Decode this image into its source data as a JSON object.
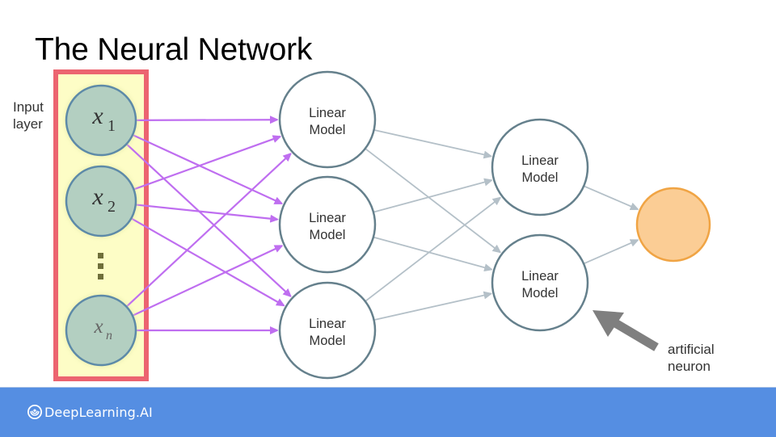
{
  "slide": {
    "title": "The Neural Network",
    "input_layer_label_line1": "Input",
    "input_layer_label_line2": "layer",
    "annotation_line1": "artificial",
    "annotation_line2": "neuron"
  },
  "input_nodes": [
    {
      "var": "x",
      "sub": "1"
    },
    {
      "var": "x",
      "sub": "2"
    },
    {
      "var": "x",
      "sub": "n"
    }
  ],
  "ellipsis": "⋮",
  "hidden_layer_1": [
    {
      "line1": "Linear",
      "line2": "Model"
    },
    {
      "line1": "Linear",
      "line2": "Model"
    },
    {
      "line1": "Linear",
      "line2": "Model"
    }
  ],
  "hidden_layer_2": [
    {
      "line1": "Linear",
      "line2": "Model"
    },
    {
      "line1": "Linear",
      "line2": "Model"
    }
  ],
  "output_node": {
    "label": ""
  },
  "colors": {
    "input_box_border": "#ec6470",
    "input_box_fill": "#fdfdc6",
    "input_node_fill": "#b3cfc1",
    "input_node_stroke": "#5d8aa8",
    "input_edge": "#bf6ef0",
    "hidden_node_stroke": "#65808c",
    "hidden_edge": "#b4c0c8",
    "output_fill": "#fbcd95",
    "output_stroke": "#f0a444",
    "pointer_arrow": "#7f7f7f",
    "footer": "#558ee2"
  },
  "footer": {
    "brand": "DeepLearning.AI",
    "logo_icon": "deeplearning-ai-logo-icon"
  }
}
